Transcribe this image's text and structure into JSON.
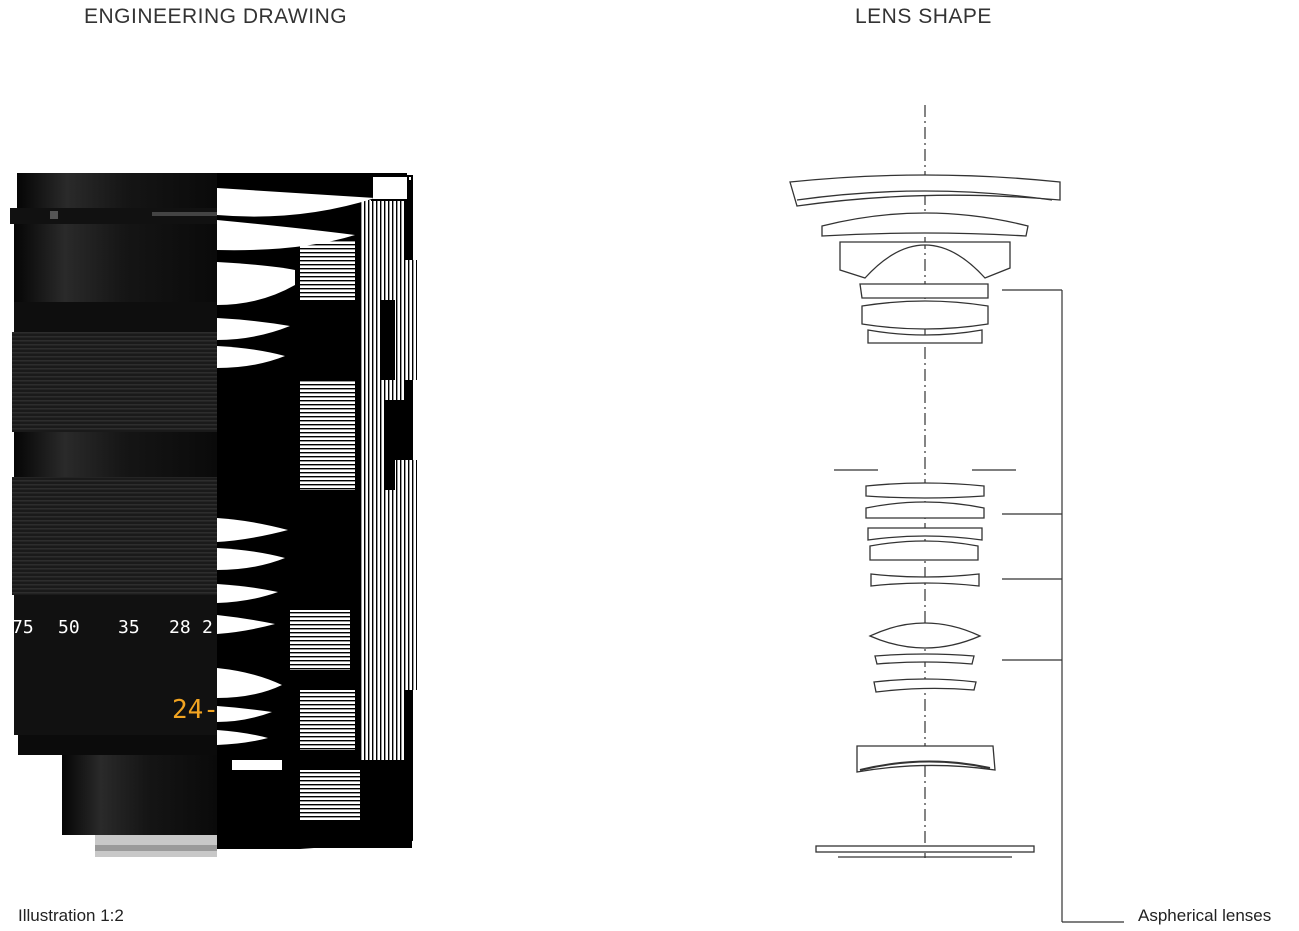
{
  "headings": {
    "engineering": "ENGINEERING DRAWING",
    "lens_shape": "LENS SHAPE"
  },
  "captions": {
    "illustration": "Illustration 1:2",
    "aspherical": "Aspherical lenses"
  },
  "focal_scale": {
    "markings": [
      "75",
      "50",
      "35",
      "28",
      "2"
    ],
    "model_text": "24-"
  },
  "colors": {
    "lens_body": "#141414",
    "scale_text": "#ffffff",
    "model_text": "#f2a421",
    "line": "#333333"
  }
}
